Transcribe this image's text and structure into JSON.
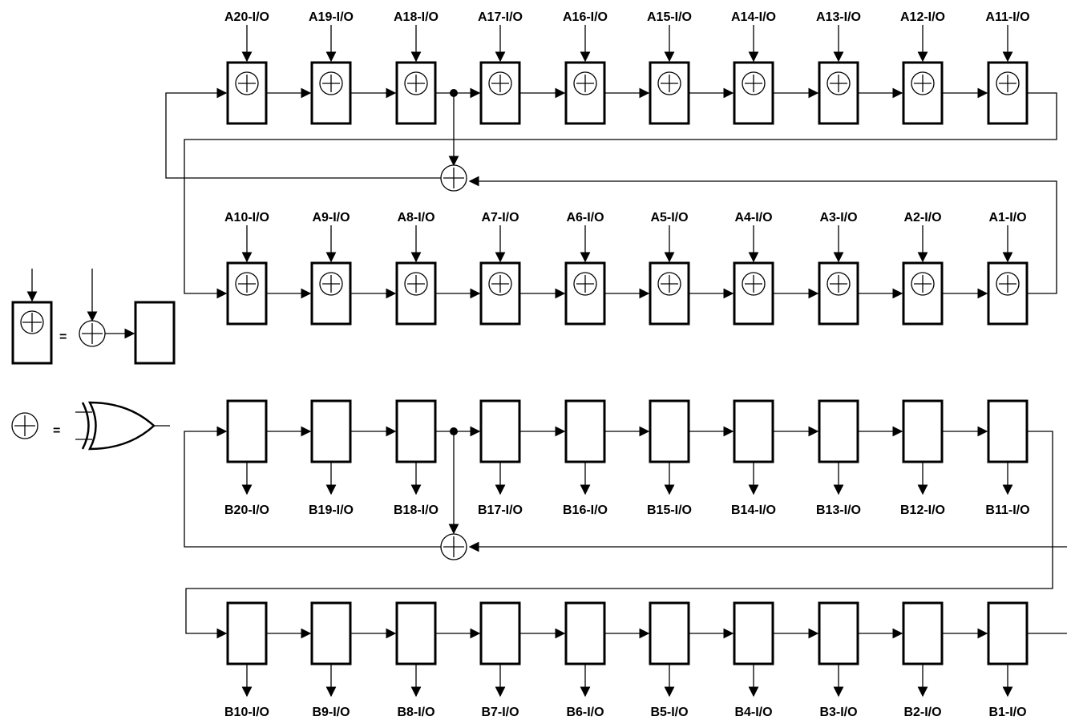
{
  "row_a_top": [
    "A20-I/O",
    "A19-I/O",
    "A18-I/O",
    "A17-I/O",
    "A16-I/O",
    "A15-I/O",
    "A14-I/O",
    "A13-I/O",
    "A12-I/O",
    "A11-I/O"
  ],
  "row_a_bottom": [
    "A10-I/O",
    "A9-I/O",
    "A8-I/O",
    "A7-I/O",
    "A6-I/O",
    "A5-I/O",
    "A4-I/O",
    "A3-I/O",
    "A2-I/O",
    "A1-I/O"
  ],
  "row_b_top": [
    "B20-I/O",
    "B19-I/O",
    "B18-I/O",
    "B17-I/O",
    "B16-I/O",
    "B15-I/O",
    "B14-I/O",
    "B13-I/O",
    "B12-I/O",
    "B11-I/O"
  ],
  "row_b_bottom": [
    "B10-I/O",
    "B9-I/O",
    "B8-I/O",
    "B7-I/O",
    "B6-I/O",
    "B5-I/O",
    "B4-I/O",
    "B3-I/O",
    "B2-I/O",
    "B1-I/O"
  ],
  "legend": {
    "equals_1": "=",
    "equals_2": "="
  },
  "colors": {
    "line": "#000000",
    "background": "#ffffff"
  }
}
